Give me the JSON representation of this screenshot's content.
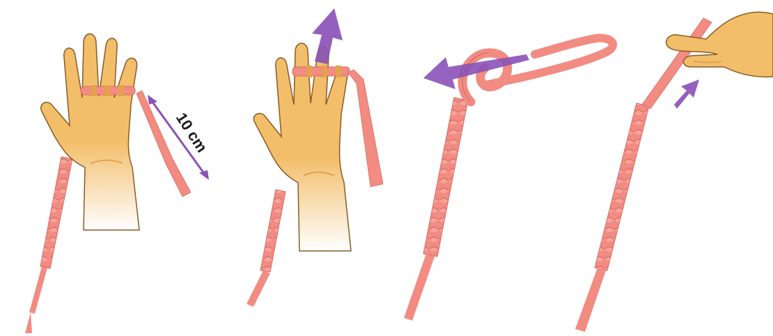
{
  "diagram": {
    "measurement_label": "10 cm"
  },
  "colors": {
    "skin": "#f2be6a",
    "skin_shade": "#e4a24e",
    "skin_outline": "#8a5a25",
    "yarn": "#f28b82",
    "yarn_dark": "#d96b63",
    "arrow": "#8a52b8",
    "arrow_light": "#b08ad6",
    "text": "#1a1a1a"
  },
  "steps": [
    {
      "id": 1,
      "icons": [
        "hand-icon",
        "finger-loop-icon",
        "measure-arrow-icon",
        "braid-icon"
      ]
    },
    {
      "id": 2,
      "icons": [
        "hand-icon",
        "finger-loop-icon",
        "up-arrow-icon",
        "braid-icon"
      ]
    },
    {
      "id": 3,
      "icons": [
        "yarn-loop-icon",
        "left-arrow-icon",
        "braid-icon"
      ]
    },
    {
      "id": 4,
      "icons": [
        "pinching-hand-icon",
        "up-arrow-icon",
        "braid-icon"
      ]
    }
  ]
}
